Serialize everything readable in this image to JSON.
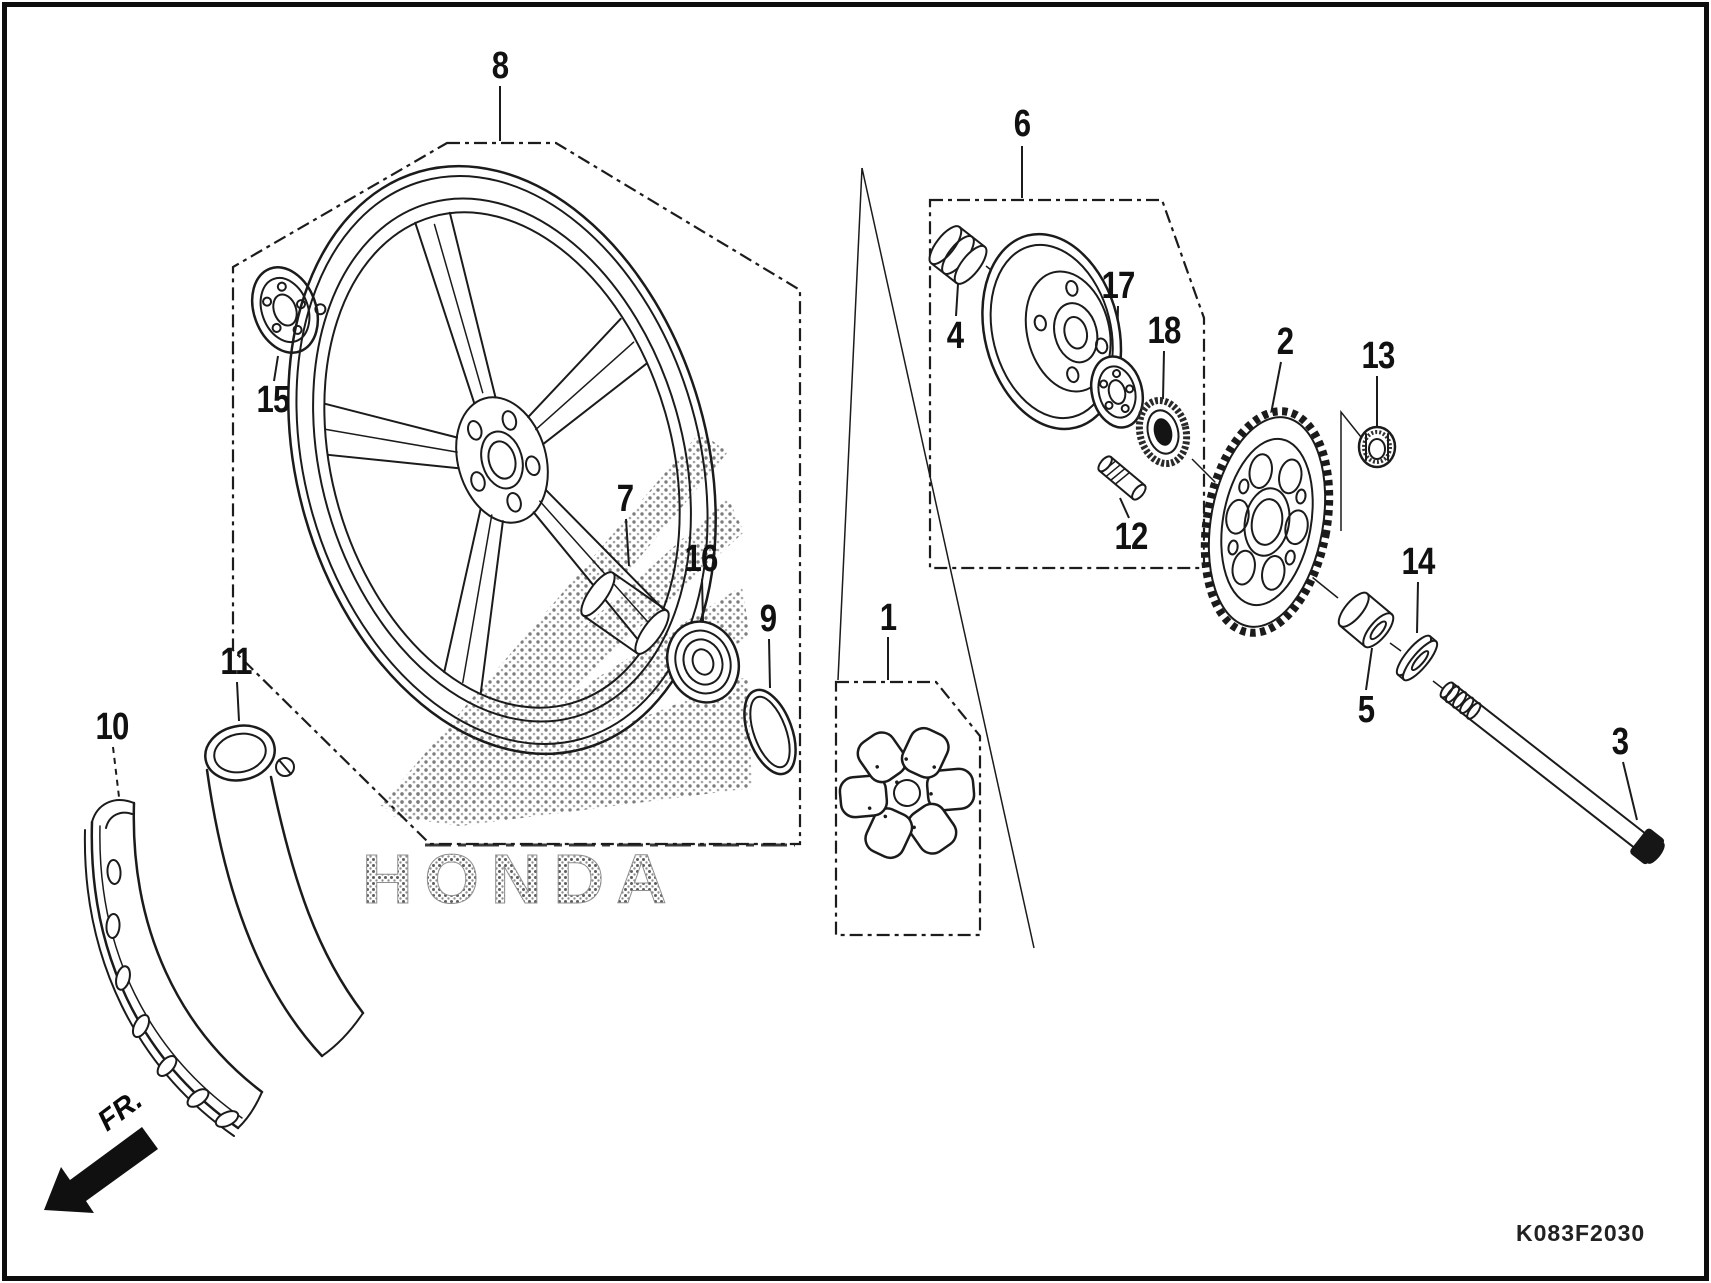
{
  "diagram": {
    "code": "K083F2030",
    "watermark": "HONDA",
    "direction_label": "FR.",
    "callouts": [
      {
        "label": "1"
      },
      {
        "label": "2"
      },
      {
        "label": "3"
      },
      {
        "label": "4"
      },
      {
        "label": "5"
      },
      {
        "label": "6"
      },
      {
        "label": "7"
      },
      {
        "label": "8"
      },
      {
        "label": "9"
      },
      {
        "label": "10"
      },
      {
        "label": "11"
      },
      {
        "label": "12"
      },
      {
        "label": "13"
      },
      {
        "label": "14"
      },
      {
        "label": "15"
      },
      {
        "label": "16"
      },
      {
        "label": "17"
      },
      {
        "label": "18"
      }
    ]
  }
}
